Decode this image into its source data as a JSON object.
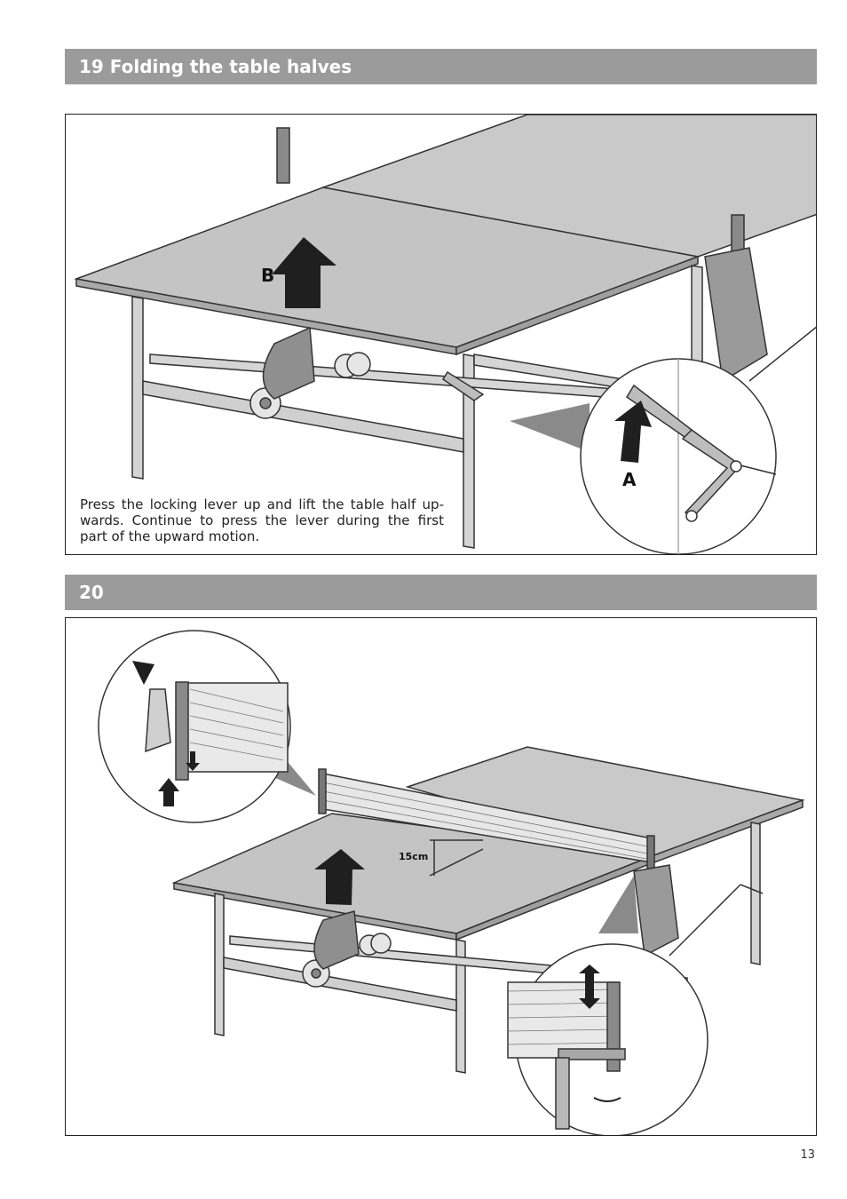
{
  "step19": {
    "title": "19 Folding the table halves",
    "label_a": "A",
    "label_b": "B",
    "instruction": "Press the locking lever up and lift the table half up-wards. Continue to press the lever during the first part of the upward motion."
  },
  "step20": {
    "title": "20",
    "net_height_label": "15cm"
  },
  "page_number": "13"
}
